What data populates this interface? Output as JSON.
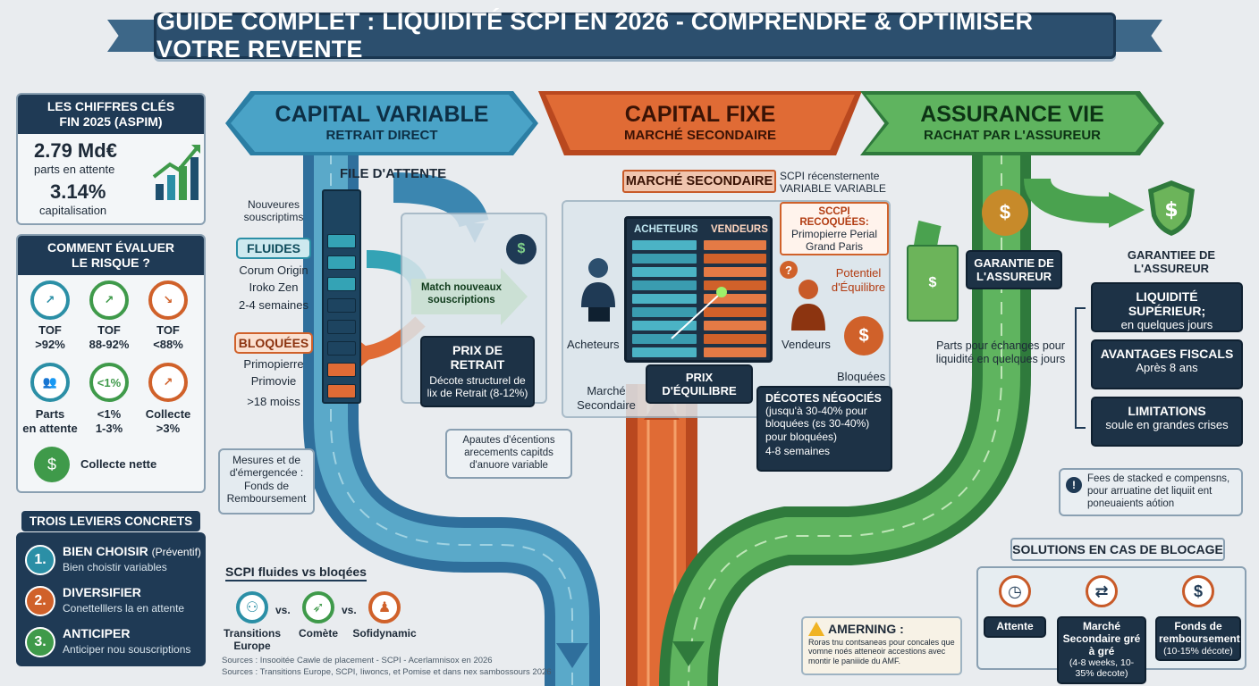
{
  "title": "GUIDE COMPLET : LIQUIDITÉ SCPI EN 2026 - COMPRENDRE & OPTIMISER VOTRE REVENTE",
  "key_figures": {
    "heading_1": "LES CHIFFRES CLÉS",
    "heading_2": "FIN 2025 (ASPIM)",
    "value_1": "2.79 Md€",
    "label_1": "parts en attente",
    "value_2": "3.14%",
    "label_2": "capitalisation"
  },
  "risk": {
    "heading_1": "COMMENT ÉVALUER",
    "heading_2": "LE RISQUE ?",
    "items": [
      {
        "line1": "TOF",
        "line2": ">92%",
        "color": "#2b8fa6",
        "icon": "chart-up-icon"
      },
      {
        "line1": "TOF",
        "line2": "88-92%",
        "color": "#3f9a4a",
        "icon": "chart-up-icon"
      },
      {
        "line1": "TOF",
        "line2": "<88%",
        "color": "#d0612a",
        "icon": "chart-down-icon"
      },
      {
        "line1": "Parts",
        "line2": "en attente",
        "color": "#2b8fa6",
        "icon": "people-icon"
      },
      {
        "line1": "<1%",
        "line2": "1-3%",
        "color": "#3f9a4a",
        "icon": "percent-icon",
        "badge": "<1%"
      },
      {
        "line1": "Collecte",
        "line2": ">3%",
        "color": "#d0612a",
        "icon": "chart-up-icon"
      }
    ],
    "collecte_label": "Collecte nette"
  },
  "levers": {
    "heading": "TROIS LEVIERS CONCRETS",
    "items": [
      {
        "num": "1.",
        "title": "BIEN CHOISIR",
        "suffix": "(Préventif)",
        "desc": "Bien choistir variables",
        "color": "#2b8fa6"
      },
      {
        "num": "2.",
        "title": "DIVERSIFIER",
        "suffix": "",
        "desc": "Conettelllers la en attente",
        "color": "#d0612a"
      },
      {
        "num": "3.",
        "title": "ANTICIPER",
        "suffix": "",
        "desc": "Anticiper nou souscriptions",
        "color": "#3f9a4a"
      }
    ]
  },
  "capital_variable": {
    "title": "CAPITAL VARIABLE",
    "subtitle": "RETRAIT DIRECT",
    "queue_label": "FILE D'ATTENTE",
    "new_subs": "Nouveures souscriptims",
    "fluides_label": "FLUIDES",
    "fluides_names": [
      "Corum Origin",
      "Iroko Zen",
      "2-4 semaines"
    ],
    "bloquees_label": "BLOQUÉES",
    "bloquees_names": [
      "Primopierre",
      "Primovie",
      ">18 moiss"
    ],
    "match_label": "Match nouveaux souscriptions",
    "prix_retrait_title": "PRIX DE RETRAIT",
    "prix_retrait_desc": "Décote structurel de lix de Retrait (8-12%)",
    "emergency": "Mesures et de d'émergencée : Fonds de Remboursement",
    "exceptions": "Apautes d'écentions arecements capitds d'anuore variable"
  },
  "capital_fixe": {
    "title": "CAPITAL FIXE",
    "subtitle": "MARCHÉ SECONDAIRE",
    "market_label": "MARCHÉ SECONDAIRE",
    "col_buyers": "ACHETEURS",
    "col_sellers": "VENDEURS",
    "buyers_label": "Acheteurs",
    "sellers_label": "Vendeurs",
    "market_caption": "Marché Secondaire",
    "equilibrium": "PRIX D'ÉQUILIBRE",
    "recent_note": "SCPI récensternente VARIABLE VARIABLE",
    "requalified_head": "SCCPI RECOQUÉES:",
    "requalified_names": "Primopierre Perial Grand Paris",
    "potential": "Potentiel d'Équilibre",
    "blocked": "Bloquées",
    "discounts_head": "DÉCOTES NÉGOCIÉS",
    "discounts_desc": "(jusqu'à 30-40% pour bloquées (ɛs 30-40%) pour bloquées)",
    "discounts_time": "4-8 semaines"
  },
  "assurance_vie": {
    "title": "ASSURANCE VIE",
    "subtitle": "RACHAT PAR L'ASSUREUR",
    "guarantee_box": "GARANTIE DE L'ASSUREUR",
    "guarantee_label": "GARANTIEE DE L'ASSUREUR",
    "parts_note": "Parts pour échanges pour liquidité en quelques jours",
    "benefits": [
      {
        "title": "LIQUIDITÉ SUPÉRIEUR;",
        "desc": "en quelques jours"
      },
      {
        "title": "AVANTAGES FISCALS",
        "desc": "Après 8 ans"
      },
      {
        "title": "LIMITATIONS",
        "desc": "soule en grandes crises"
      }
    ],
    "fees_note": "Fees de stacked e compensns, pour arruatine det liquiit ent poneuaients aótion"
  },
  "fluid_vs_blocked": {
    "heading": "SCPI fluides vs bloqées",
    "items": [
      "Transitions Europe",
      "Comète",
      "Sofidynamic"
    ],
    "vs": "vs."
  },
  "warning": {
    "title": "AMERNING :",
    "text": "Rorəs tnu contsaneəs pour concales que vomne noés atteneoir accestions avec montir le paniiide du AMF."
  },
  "solutions": {
    "heading": "SOLUTIONS EN CAS DE BLOCAGE",
    "items": [
      {
        "title": "Attente",
        "desc": "",
        "icon": "clock-icon"
      },
      {
        "title": "Marché Secondaire gré à gré",
        "desc": "(4-8 weeks, 10-35% decote)",
        "icon": "exchange-icon"
      },
      {
        "title": "Fonds de remboursement",
        "desc": "(10-15% décote)",
        "icon": "hand-money-icon"
      }
    ]
  },
  "sources": {
    "line1": "Sources : Insooitée Cawle de placement - SCPI - Acerlamnisox en 2026",
    "line2": "Sources : Transitions Europe, SCPI, Iiwoncs, et Pomise et dans nex sambossours 2026"
  },
  "colors": {
    "teal": "#2b8fa6",
    "orange": "#d0612a",
    "green": "#3f9a4a",
    "navy": "#1f3a55"
  }
}
